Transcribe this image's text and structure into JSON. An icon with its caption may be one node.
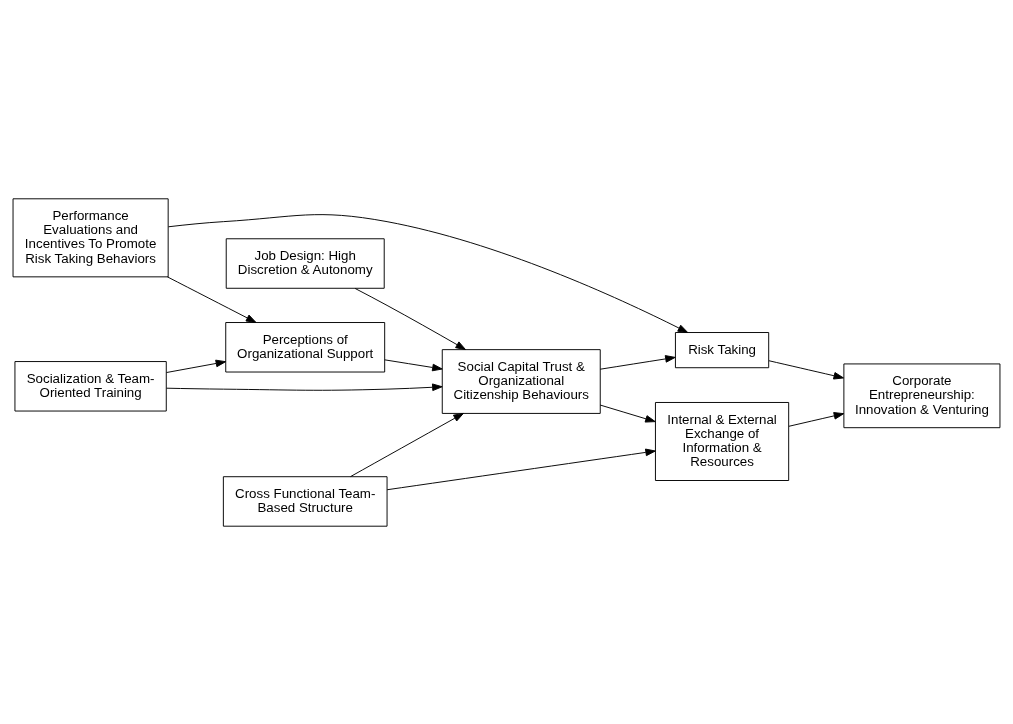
{
  "diagram": {
    "nodes": [
      {
        "text": [
          "Job Design: High Discretion & Autonomy"
        ]
      },
      {
        "text": [
          "Social Capital Trust & Organizational Citizenship Behaviours"
        ]
      },
      {
        "text": [
          "Cross Functional Team-Based Structure"
        ]
      },
      {
        "text": [
          "Socialization & Team-Oriented Training"
        ]
      },
      {
        "text": [
          "Internal & External Exchange of Information & Resources"
        ]
      },
      {
        "text": [
          "Perceptions of Organizational Support"
        ]
      },
      {
        "text": [
          "Performance Evaluations and Incentives To Promote Risk Taking Behaviors"
        ]
      },
      {
        "text": [
          "Risk Taking"
        ]
      },
      {
        "text": [
          "Corporate Entrepreneurship: Innovation & Venturing"
        ]
      }
    ],
    "edges": [
      {
        "from": 0,
        "to": 1,
        "arrow": "to"
      },
      {
        "from": 2,
        "to": 1,
        "arrow": "to"
      },
      {
        "from": 3,
        "to": 1,
        "arrow": "to"
      },
      {
        "from": 3,
        "to": 5,
        "arrow": "to"
      },
      {
        "from": 5,
        "to": 1,
        "arrow": "to"
      },
      {
        "from": 1,
        "to": 4,
        "arrow": "to"
      },
      {
        "from": 2,
        "to": 4,
        "arrow": "to"
      },
      {
        "from": 1,
        "to": 7,
        "arrow": "to"
      },
      {
        "from": 6,
        "to": 5,
        "arrow": "to"
      },
      {
        "from": 6,
        "to": 7,
        "arrow": "to"
      },
      {
        "from": 7,
        "to": 8,
        "arrow": "to"
      },
      {
        "from": 4,
        "to": 8,
        "arrow": "to"
      }
    ]
  }
}
